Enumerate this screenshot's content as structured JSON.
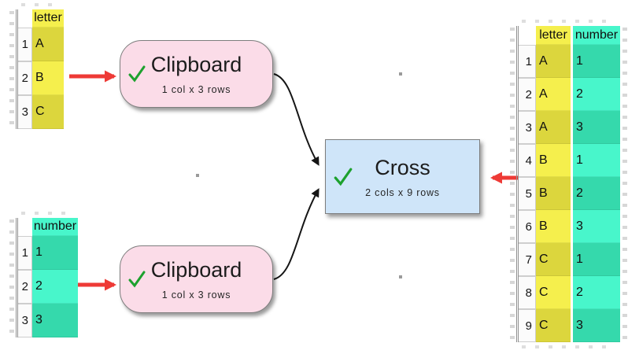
{
  "canvas": {
    "background": "#ffffff"
  },
  "colors": {
    "accent_red": "#ee3a36",
    "success_green": "#1da12e",
    "node_pink": "#fbdce8",
    "node_blue": "#cfe5f9",
    "column_yellow": "#f5ef4d",
    "column_yellow_alt": "#dcd63d",
    "column_teal": "#48f6cb",
    "column_teal_alt": "#35d9ac",
    "wire_black": "#151515"
  },
  "icons": {
    "status": "checkmark"
  },
  "nodes": {
    "clipboard_top": {
      "title": "Clipboard",
      "subtitle": "1 col x 3 rows",
      "status": "success"
    },
    "clipboard_bottom": {
      "title": "Clipboard",
      "subtitle": "1 col x 3 rows",
      "status": "success"
    },
    "cross": {
      "title": "Cross",
      "subtitle": "2 cols x 9 rows",
      "status": "success"
    }
  },
  "tables": {
    "letters": {
      "header": "letter",
      "rows": [
        {
          "num": "1",
          "value": "A"
        },
        {
          "num": "2",
          "value": "B"
        },
        {
          "num": "3",
          "value": "C"
        }
      ]
    },
    "numbers": {
      "header": "number",
      "rows": [
        {
          "num": "1",
          "value": "1"
        },
        {
          "num": "2",
          "value": "2"
        },
        {
          "num": "3",
          "value": "3"
        }
      ]
    },
    "result": {
      "headers": [
        "letter",
        "number"
      ],
      "rows": [
        {
          "num": "1",
          "letter": "A",
          "number": "1"
        },
        {
          "num": "2",
          "letter": "A",
          "number": "2"
        },
        {
          "num": "3",
          "letter": "A",
          "number": "3"
        },
        {
          "num": "4",
          "letter": "B",
          "number": "1"
        },
        {
          "num": "5",
          "letter": "B",
          "number": "2"
        },
        {
          "num": "6",
          "letter": "B",
          "number": "3"
        },
        {
          "num": "7",
          "letter": "C",
          "number": "1"
        },
        {
          "num": "8",
          "letter": "C",
          "number": "2"
        },
        {
          "num": "9",
          "letter": "C",
          "number": "3"
        }
      ]
    }
  }
}
